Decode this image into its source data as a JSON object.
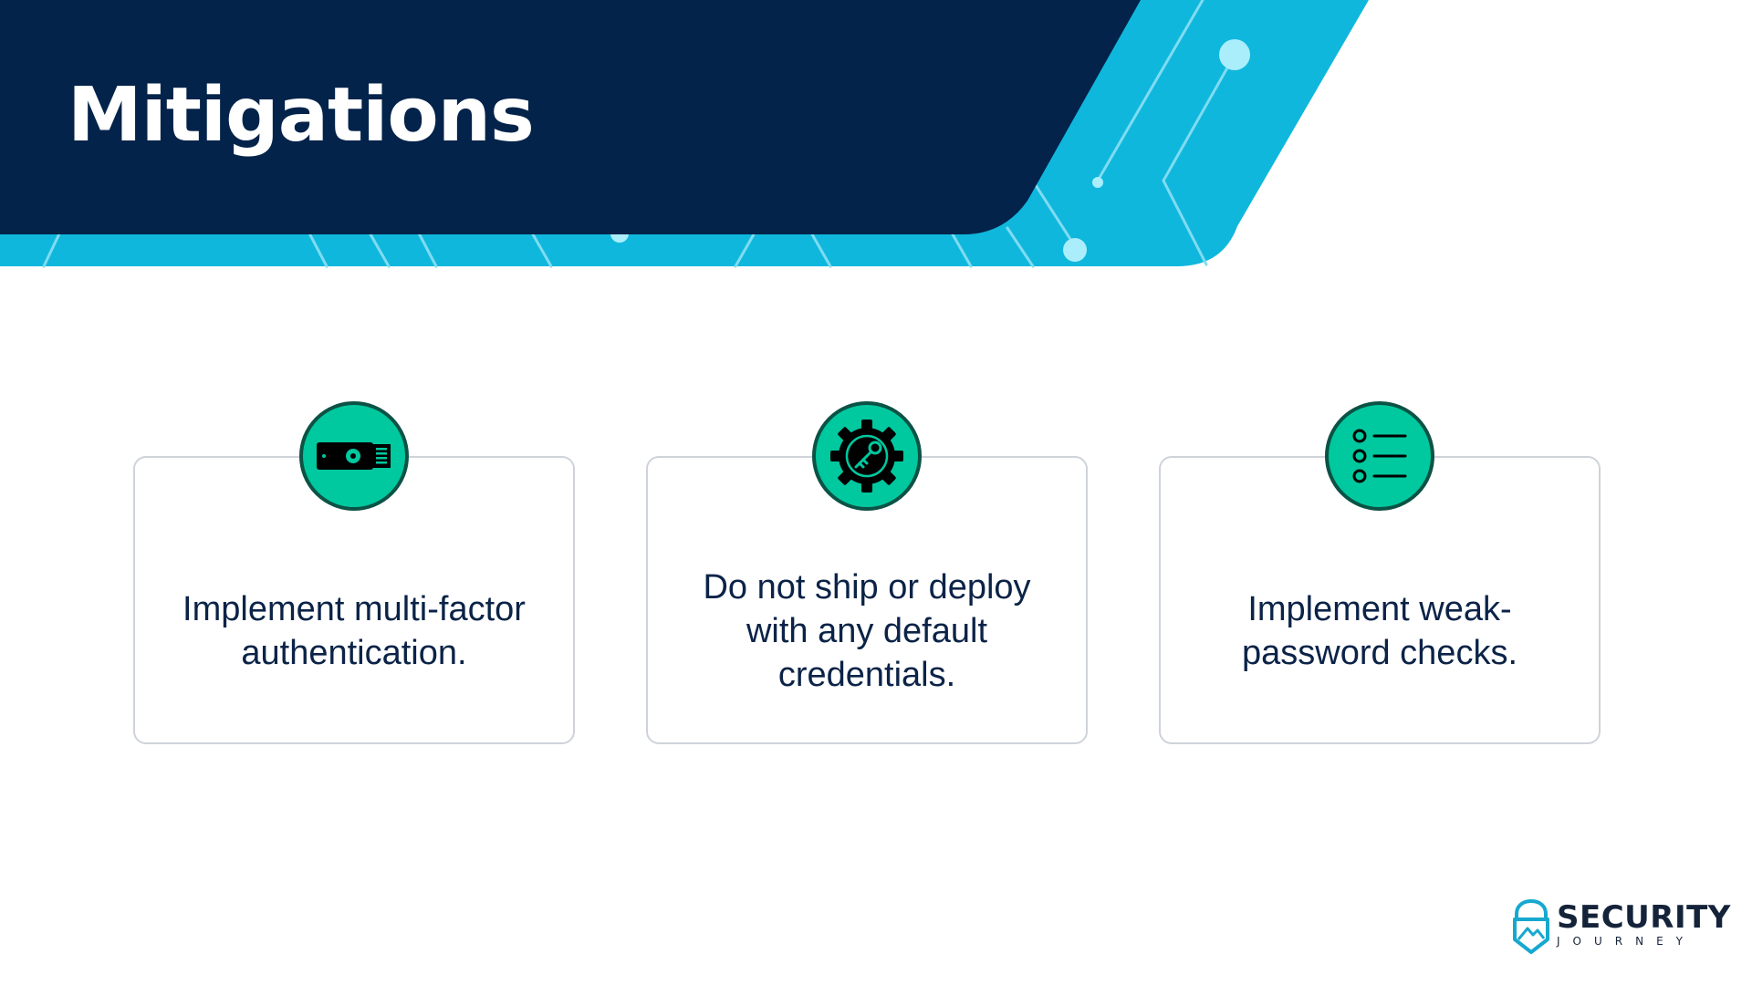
{
  "slide": {
    "title": "Mitigations",
    "colors": {
      "navy": "#03234a",
      "cyan": "#10b7dd",
      "green_badge": "#00c89f",
      "text": "#0b2347"
    }
  },
  "cards": [
    {
      "icon": "usb-security-key-icon",
      "lines": [
        "Implement multi-factor",
        "authentication."
      ]
    },
    {
      "icon": "gear-key-icon",
      "lines": [
        "Do not ship or deploy",
        "with any default",
        "credentials."
      ]
    },
    {
      "icon": "checklist-icon",
      "lines": [
        "Implement weak-",
        "password checks."
      ]
    }
  ],
  "logo": {
    "icon": "mountain-shield-icon",
    "main": "SECURITY",
    "sub": "JOURNEY"
  }
}
